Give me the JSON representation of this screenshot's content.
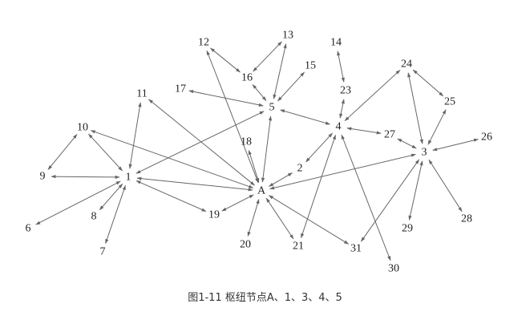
{
  "diagram": {
    "nodes": [
      "A",
      "1",
      "2",
      "3",
      "4",
      "5",
      "6",
      "7",
      "8",
      "9",
      "10",
      "11",
      "12",
      "13",
      "14",
      "15",
      "16",
      "17",
      "18",
      "19",
      "20",
      "21",
      "23",
      "24",
      "25",
      "26",
      "27",
      "28",
      "29",
      "30",
      "31"
    ],
    "edges": [
      [
        "1",
        "9"
      ],
      [
        "1",
        "10"
      ],
      [
        "1",
        "11"
      ],
      [
        "1",
        "6"
      ],
      [
        "1",
        "8"
      ],
      [
        "1",
        "7"
      ],
      [
        "1",
        "19"
      ],
      [
        "1",
        "A"
      ],
      [
        "1",
        "5"
      ],
      [
        "9",
        "10"
      ],
      [
        "A",
        "10"
      ],
      [
        "A",
        "11"
      ],
      [
        "A",
        "12"
      ],
      [
        "A",
        "18"
      ],
      [
        "A",
        "19"
      ],
      [
        "A",
        "20"
      ],
      [
        "A",
        "21"
      ],
      [
        "A",
        "31"
      ],
      [
        "A",
        "2"
      ],
      [
        "A",
        "3"
      ],
      [
        "A",
        "5"
      ],
      [
        "12",
        "16"
      ],
      [
        "13",
        "16"
      ],
      [
        "13",
        "5"
      ],
      [
        "5",
        "16"
      ],
      [
        "5",
        "15"
      ],
      [
        "5",
        "17"
      ],
      [
        "5",
        "4"
      ],
      [
        "4",
        "23"
      ],
      [
        "23",
        "14"
      ],
      [
        "4",
        "24"
      ],
      [
        "4",
        "27"
      ],
      [
        "4",
        "2"
      ],
      [
        "4",
        "21"
      ],
      [
        "4",
        "30"
      ],
      [
        "3",
        "24"
      ],
      [
        "3",
        "25"
      ],
      [
        "24",
        "25"
      ],
      [
        "3",
        "26"
      ],
      [
        "3",
        "27"
      ],
      [
        "3",
        "29"
      ],
      [
        "3",
        "28"
      ],
      [
        "3",
        "31"
      ]
    ],
    "edge_style": "bidirectional-arrow",
    "edge_color": "#666666"
  },
  "caption": "图1-11 枢纽节点A、1、3、4、5"
}
